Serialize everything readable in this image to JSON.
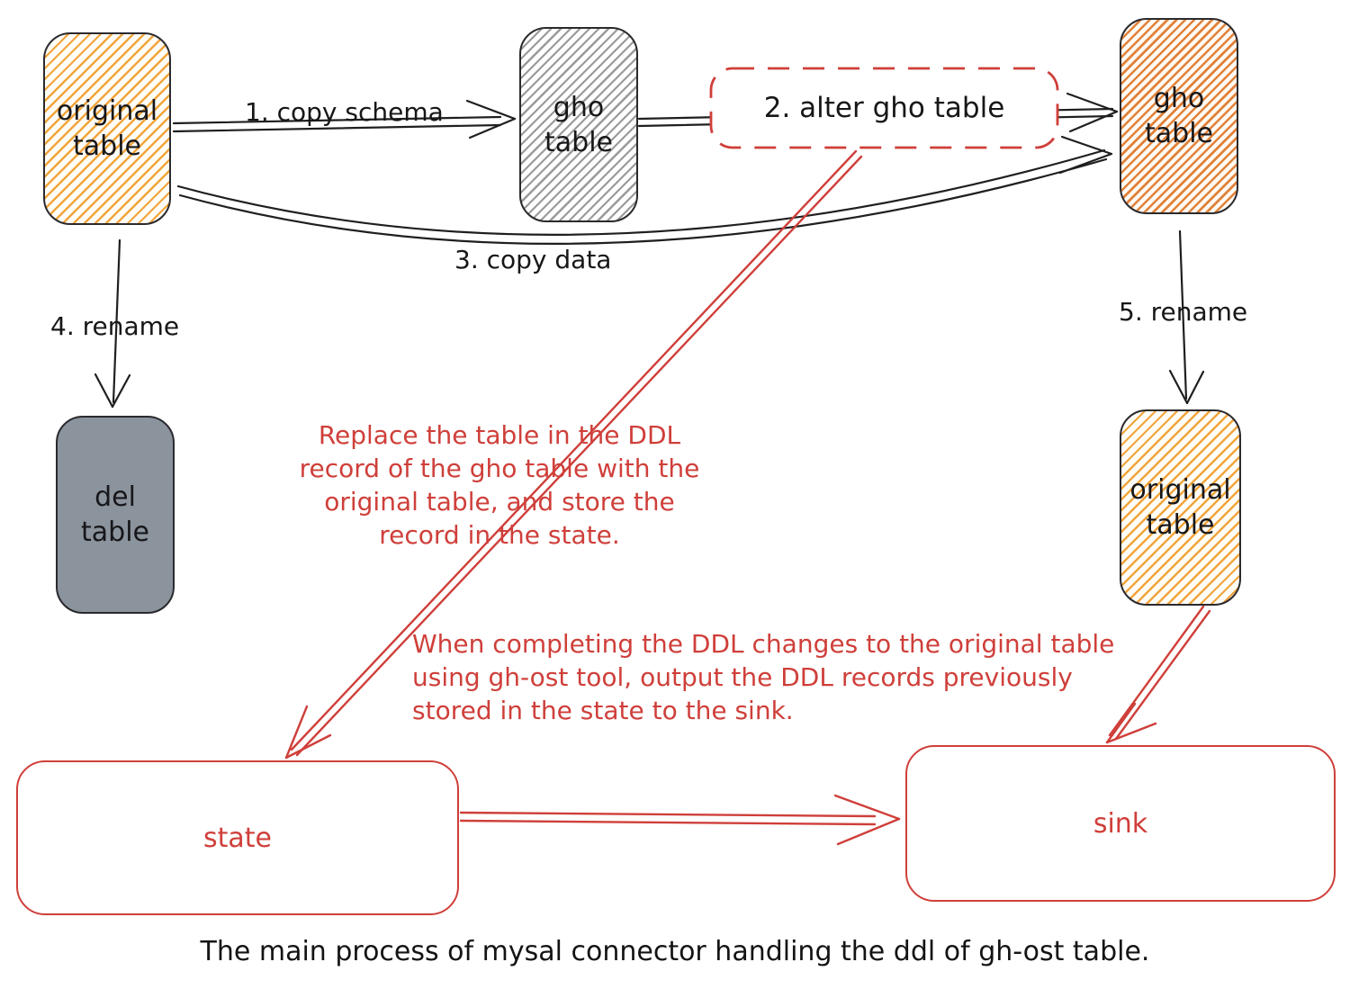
{
  "palette": {
    "ink_black": "#1f1f1f",
    "accent_red": "#cf3f3a",
    "hatch_orange": "#f1a53c",
    "hatch_orange_dark": "#e0823a",
    "hatch_gray": "#9a9a9a",
    "solid_gray": "#8b939d"
  },
  "nodes": {
    "original_left": {
      "label": "original\ntable"
    },
    "gho_mid": {
      "label": "gho\ntable"
    },
    "gho_right": {
      "label": "gho\ntable"
    },
    "del": {
      "label": "del\ntable"
    },
    "original_right": {
      "label": "original\ntable"
    },
    "state": {
      "label": "state"
    },
    "sink": {
      "label": "sink"
    }
  },
  "steps": {
    "copy_schema": "1. copy schema",
    "alter": "2. alter gho table",
    "copy_data": "3. copy data",
    "rename_left": "4. rename",
    "rename_right": "5. rename"
  },
  "annotations": {
    "replace": "Replace the table in the DDL\nrecord of the gho table with the\noriginal table, and store the\nrecord in the state.",
    "when": "When completing the DDL changes to the original table\nusing gh-ost tool, output the DDL records previously\nstored in the state to the sink."
  },
  "caption": "The main process of mysal connector handling the ddl of gh-ost table."
}
